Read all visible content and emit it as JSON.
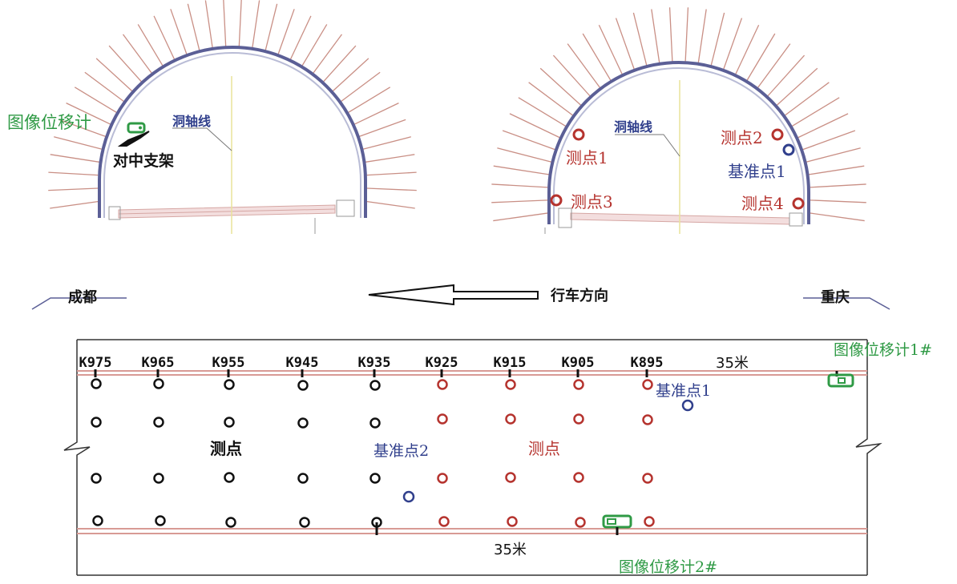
{
  "colors": {
    "green": "#2f9a45",
    "red": "#b5332e",
    "blue": "#303f8c",
    "black": "#111111",
    "rail": "#d89a95",
    "lining": "#5b5f96",
    "rockbolt": "#c98f85",
    "axis": "#e9e39a"
  },
  "left_section": {
    "camera_label": "图像位移计",
    "axis_label": "洞轴线",
    "stand_label": "对中支架"
  },
  "right_section": {
    "axis_label": "洞轴线",
    "points": [
      {
        "label": "测点1"
      },
      {
        "label": "测点2"
      },
      {
        "label": "测点3"
      },
      {
        "label": "测点4"
      }
    ],
    "datum_label": "基准点1"
  },
  "direction": {
    "west_label": "成都",
    "east_label": "重庆",
    "arrow_label": "行车方向"
  },
  "plan": {
    "stations": [
      "K975",
      "K965",
      "K955",
      "K945",
      "K935",
      "K925",
      "K915",
      "K905",
      "K895"
    ],
    "distance_top": "35米",
    "distance_bottom": "35米",
    "camera1_label": "图像位移计1#",
    "camera2_label": "图像位移计2#",
    "datum1_label": "基准点1",
    "datum2_label": "基准点2",
    "zone_black_label": "测点",
    "zone_red_label": "测点",
    "rows": 4,
    "black_columns": 5,
    "red_columns": 4
  }
}
